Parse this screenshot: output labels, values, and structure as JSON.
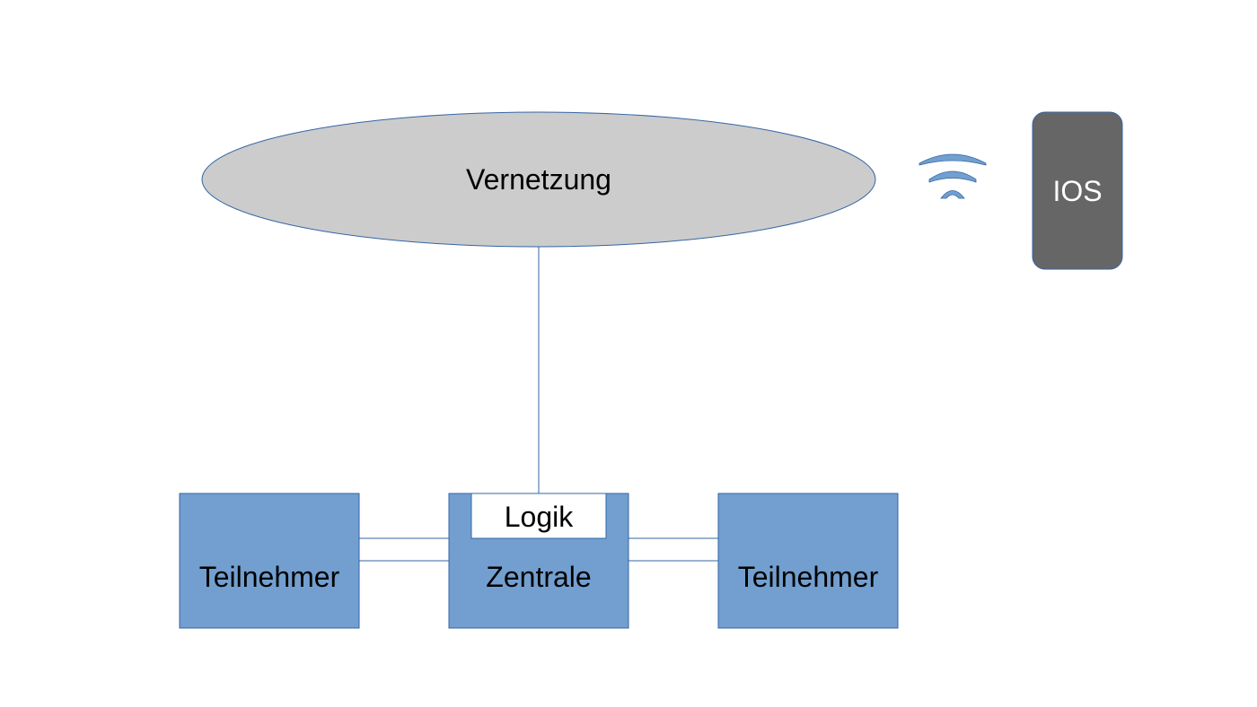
{
  "diagram": {
    "network": {
      "label": "Vernetzung"
    },
    "device": {
      "label": "IOS"
    },
    "logic": {
      "label": "Logik"
    },
    "central": {
      "label": "Zentrale"
    },
    "participant_left": {
      "label": "Teilnehmer"
    },
    "participant_right": {
      "label": "Teilnehmer"
    },
    "wifi_icon": "wifi-icon"
  },
  "colors": {
    "box_fill": "#729fcf",
    "box_stroke": "#3465a4",
    "ellipse_fill": "#cccccc",
    "device_fill": "#666666",
    "line": "#3465a4",
    "wifi": "#729fcf"
  }
}
